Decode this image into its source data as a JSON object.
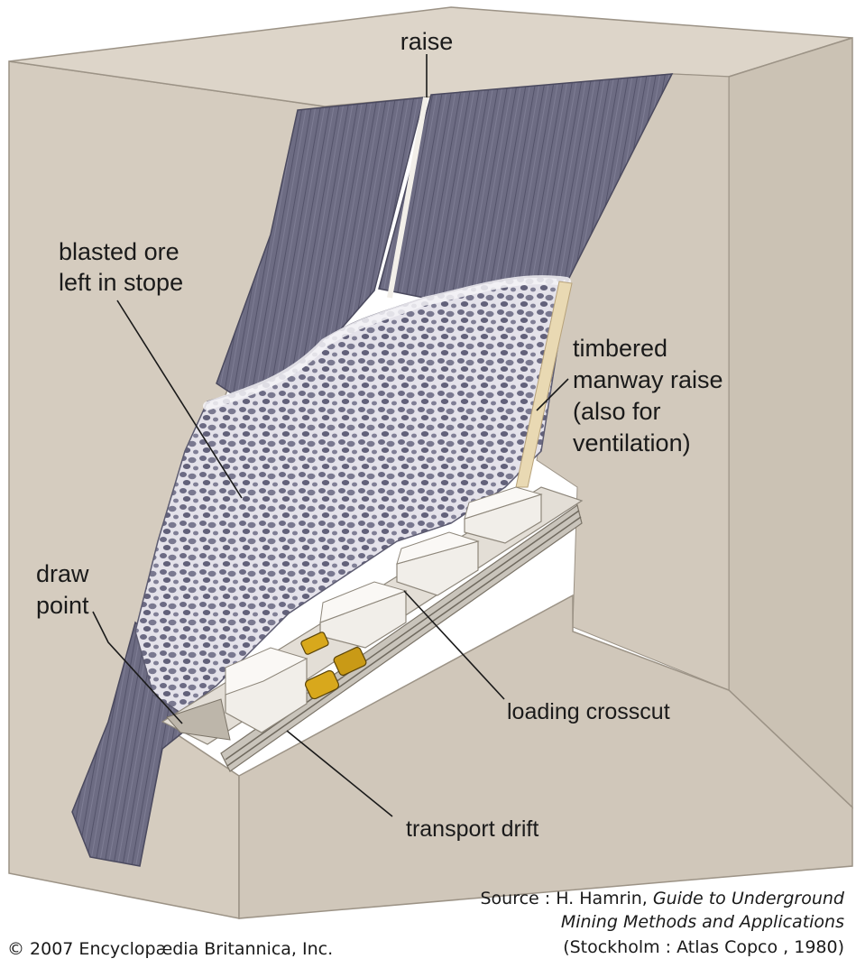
{
  "labels": {
    "raise": "raise",
    "blasted_ore_line1": "blasted ore",
    "blasted_ore_line2": "left in stope",
    "timbered_line1": "timbered",
    "timbered_line2": "manway raise",
    "timbered_line3": "(also for",
    "timbered_line4": "ventilation)",
    "draw_point_line1": "draw",
    "draw_point_line2": "point",
    "loading_crosscut": "loading crosscut",
    "transport_drift": "transport drift"
  },
  "caption": {
    "source_prefix": "Source : H. Hamrin, ",
    "source_title_1": "Guide to Underground",
    "source_title_2": "Mining Methods and Applications",
    "source_line3": "(Stockholm : Atlas Copco , 1980)",
    "copyright": "© 2007 Encyclopædia Britannica, Inc."
  },
  "colors": {
    "rock": "#d4cbbe",
    "rock_dark": "#c4bbae",
    "ore_vein": "#6e6d84",
    "ore_vein_dark": "#53526a",
    "blasted_ore": "#a8a8bd",
    "concrete": "#ece8e2",
    "loader": "#d8a81c"
  }
}
